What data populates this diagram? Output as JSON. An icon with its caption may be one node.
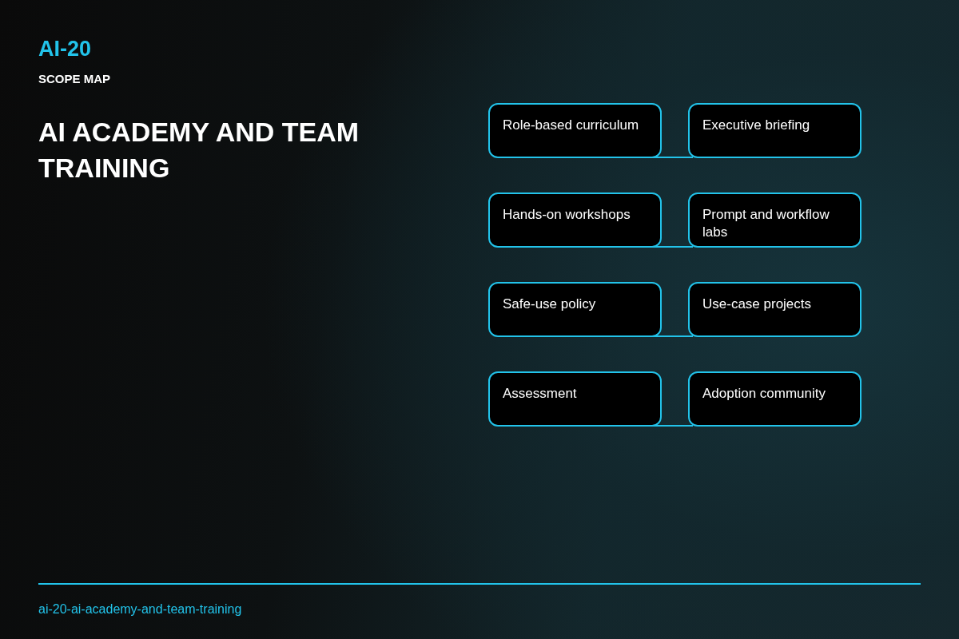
{
  "diagram": {
    "title": "AI ACADEMY AND TEAM TRAINING",
    "nodes": [
      {
        "text": [
          "Role-based curriculum"
        ]
      },
      {
        "text": [
          "Executive briefing"
        ]
      },
      {
        "text": [
          "Hands-on workshops"
        ]
      },
      {
        "text": [
          "Prompt and workflow labs"
        ]
      },
      {
        "text": [
          "Safe-use policy"
        ]
      },
      {
        "text": [
          "Use-case projects"
        ]
      },
      {
        "text": [
          "Assessment"
        ]
      },
      {
        "text": [
          "Adoption community"
        ]
      }
    ],
    "edges": [
      {
        "from": 0,
        "to": 1,
        "arrow": "none"
      },
      {
        "from": 2,
        "to": 3,
        "arrow": "none"
      },
      {
        "from": 4,
        "to": 5,
        "arrow": "none"
      },
      {
        "from": 6,
        "to": 7,
        "arrow": "none"
      }
    ],
    "labels": [
      "AI-20",
      "SCOPE MAP",
      "ai-20-ai-academy-and-team-training"
    ]
  }
}
